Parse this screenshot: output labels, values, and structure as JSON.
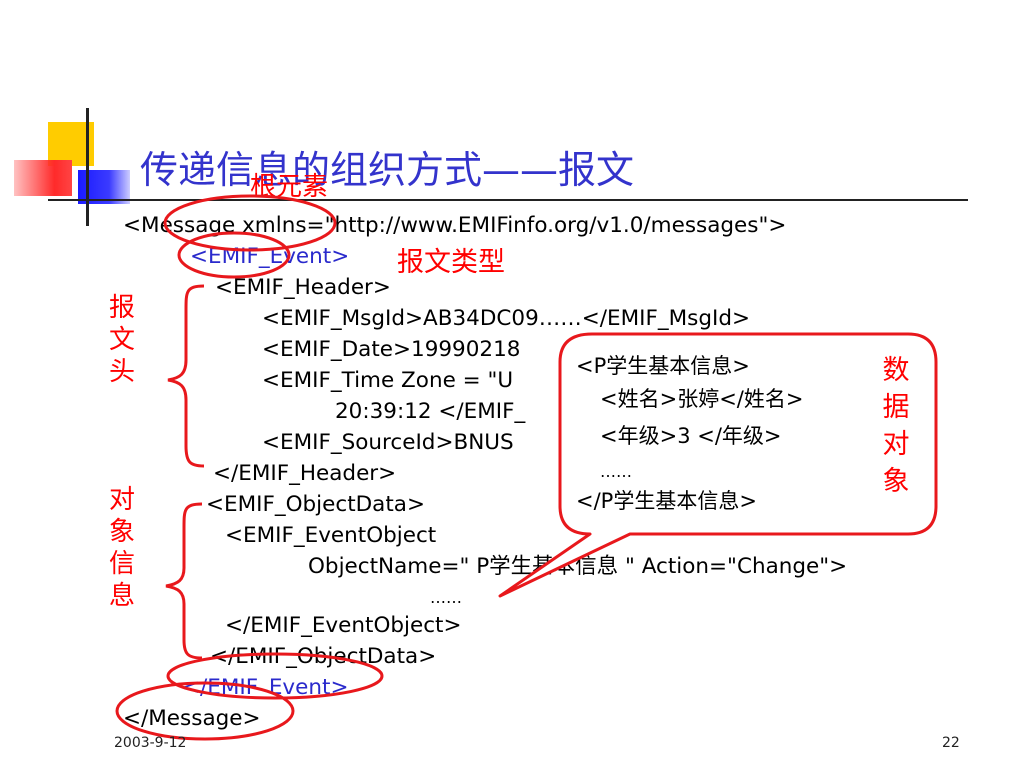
{
  "title": "传递信息的组织方式——报文",
  "annotations": {
    "root_element": "根元素",
    "message_type": "报文类型",
    "header_label": "报\n文\n头",
    "object_info_label": "对\n象\n信\n息",
    "data_object_label": "数\n据\n对\n象"
  },
  "code_lines": [
    "<Message xmlns=\"http://www.EMIFinfo.org/v1.0/messages\">",
    "<EMIF_Event>",
    "<EMIF_Header>",
    "<EMIF_MsgId>AB34DC09……</EMIF_MsgId>",
    "<EMIF_Date>19990218",
    "<EMIF_Time Zone = \"U",
    "20:39:12 </EMIF_",
    "<EMIF_SourceId>BNUS",
    "</EMIF_Header>",
    "<EMIF_ObjectData>",
    "<EMIF_EventObject",
    "ObjectName=\" P学生基本信息 \" Action=\"Change\">",
    "……",
    "</EMIF_EventObject>",
    "</EMIF_ObjectData>",
    "</EMIF_Event>",
    "</Message>"
  ],
  "callout_lines": [
    "<P学生基本信息>",
    "<姓名>张婷</姓名>",
    "<年级>3 </年级>",
    "……",
    "</P学生基本信息>"
  ],
  "footer": {
    "date": "2003-9-12",
    "page": "22"
  },
  "colors": {
    "title": "#3333cc",
    "annotation": "#ff0000",
    "highlight_tag": "#2a2acc"
  }
}
